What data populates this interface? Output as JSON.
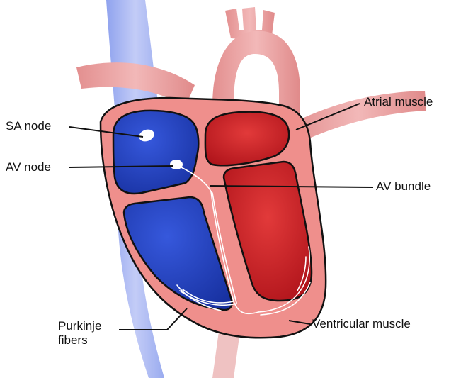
{
  "labels": {
    "sa_node": "SA node",
    "av_node": "AV node",
    "atrial_muscle": "Atrial muscle",
    "av_bundle": "AV bundle",
    "purkinje_line1": "Purkinje",
    "purkinje_line2": "fibers",
    "ventricular_muscle": "Ventricular muscle"
  },
  "colors": {
    "vein_blue": "#a9b8f2",
    "artery_pink": "#eaa3a3",
    "muscle": "#ef8f8c",
    "right_chambers": "#1f3fc0",
    "left_chambers": "#c8141e",
    "outline": "#111111",
    "conduction": "#ffffff"
  }
}
